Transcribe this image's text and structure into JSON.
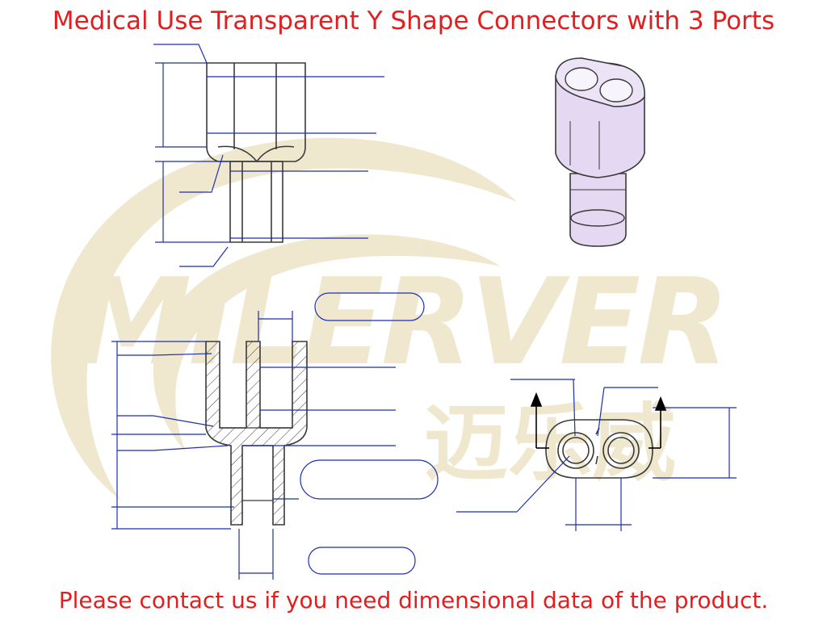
{
  "title": "Medical Use Transparent Y Shape Connectors with 3 Ports",
  "footer": "Please contact us if you need dimensional data of the product.",
  "watermark": {
    "brand_latin": "MILERVER",
    "brand_cjk": "迈乐威",
    "color": "#efe8cf"
  },
  "colors": {
    "text": "#e02020",
    "outline": "#3a3a3a",
    "dimension": "#1e2fb0",
    "part_tint": "#e4d8f2"
  }
}
